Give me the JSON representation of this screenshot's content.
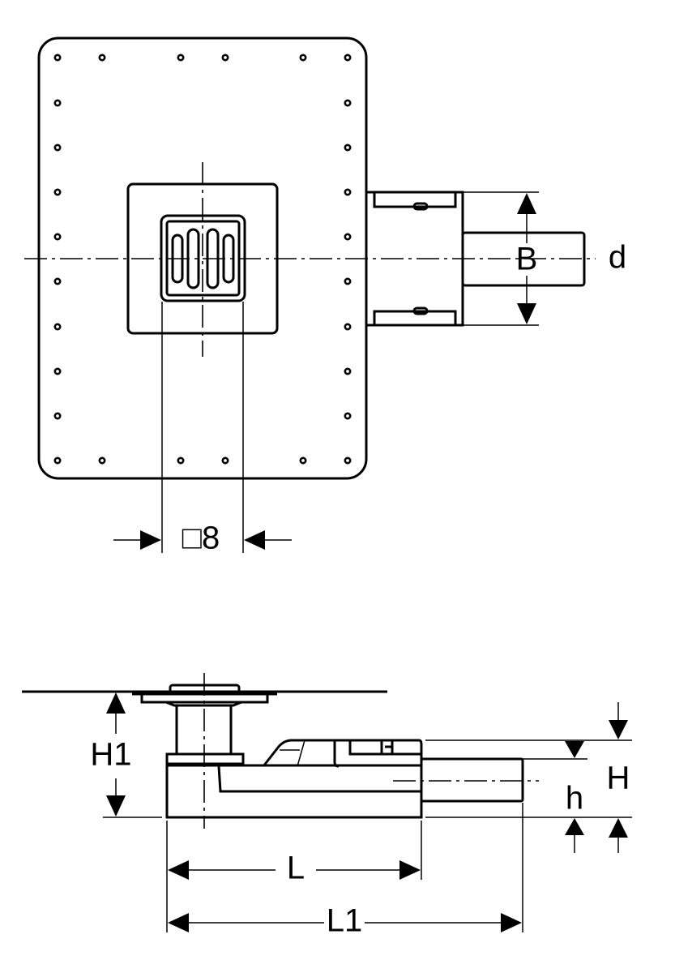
{
  "plan_view": {
    "label_B": "B",
    "label_d": "d",
    "label_grate": "□8"
  },
  "side_view": {
    "label_H1": "H1",
    "label_H": "H",
    "label_h": "h",
    "label_L": "L",
    "label_L1": "L1"
  },
  "colors": {
    "line": "#000000",
    "background": "#ffffff"
  }
}
